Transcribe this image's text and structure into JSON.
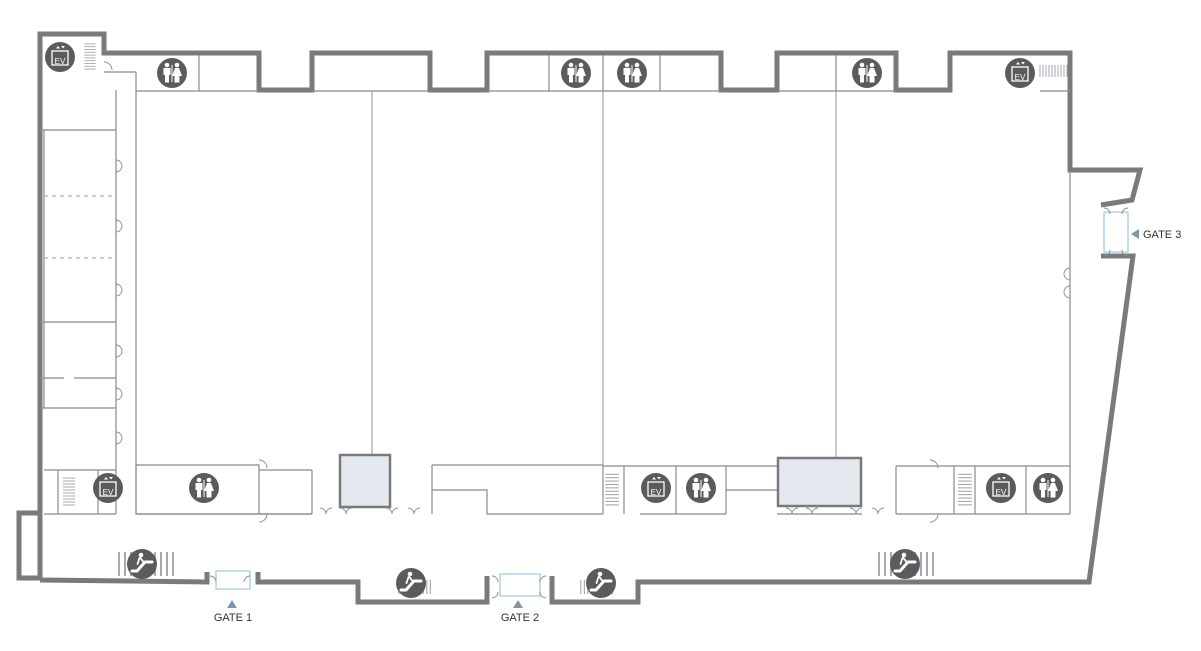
{
  "map": {
    "gates": {
      "gate1": "GATE 1",
      "gate2": "GATE 2",
      "gate3": "GATE 3"
    },
    "elevator_label": "EV",
    "icons": {
      "restroom": "restroom-icon",
      "elevator": "elevator-icon",
      "escalator": "escalator-icon"
    },
    "colors": {
      "wall": "#7a7a7c",
      "icon_bg": "#5b5b5e",
      "highlight_box": "#e3e9ee",
      "glass_door": "#9ec9de",
      "gate_arrow": "#7f95a8"
    }
  }
}
